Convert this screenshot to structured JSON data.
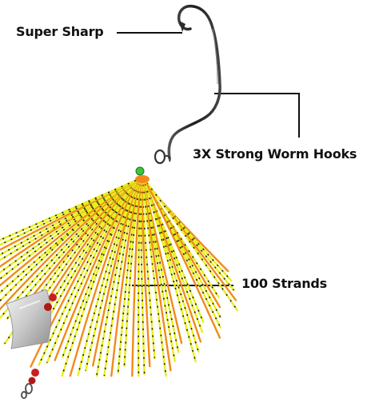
{
  "callouts": {
    "super_sharp": "Super Sharp",
    "strong_hooks": "3X Strong Worm Hooks",
    "strands": "100 Strands"
  },
  "colors": {
    "background": "#ffffff",
    "text": "#111111",
    "leader_line": "#111111",
    "hook_metal": "#2b2b2b",
    "skirt_yellow": "#e8ef1e",
    "skirt_orange": "#f28a1a",
    "skirt_speckle": "#1a1a1a",
    "blade_silver": "#d6d6d6",
    "bead_red": "#c81e1e",
    "bead_green": "#3cc43c"
  }
}
